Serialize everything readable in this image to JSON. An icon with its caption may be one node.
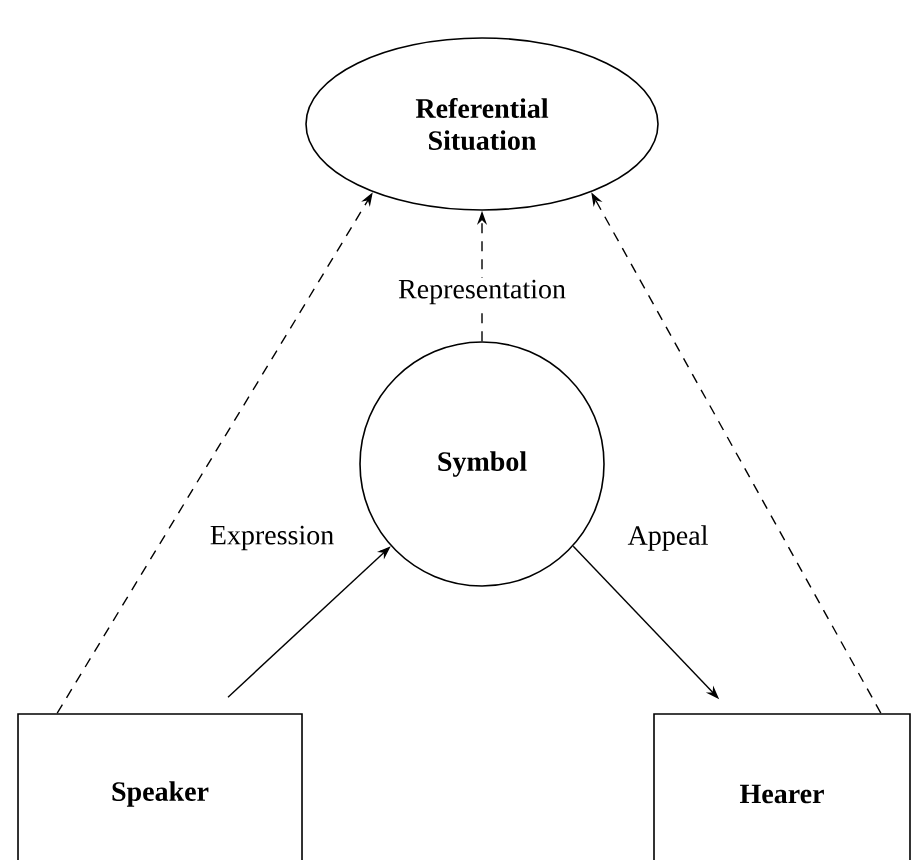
{
  "diagram": {
    "nodes": [
      {
        "text": [
          "Referential Situation"
        ]
      },
      {
        "text": [
          "Symbol"
        ]
      },
      {
        "text": [
          "Speaker"
        ]
      },
      {
        "text": [
          "Hearer"
        ]
      }
    ],
    "edges": [
      {
        "from": 2,
        "to": 0,
        "arrow": "to",
        "style": "dashed"
      },
      {
        "from": 1,
        "to": 0,
        "arrow": "to",
        "style": "dashed",
        "label": "Representation"
      },
      {
        "from": 3,
        "to": 0,
        "arrow": "to",
        "style": "dashed"
      },
      {
        "from": 2,
        "to": 1,
        "arrow": "to",
        "label": "Expression"
      },
      {
        "from": 1,
        "to": 3,
        "arrow": "to",
        "label": "Appeal"
      }
    ]
  }
}
